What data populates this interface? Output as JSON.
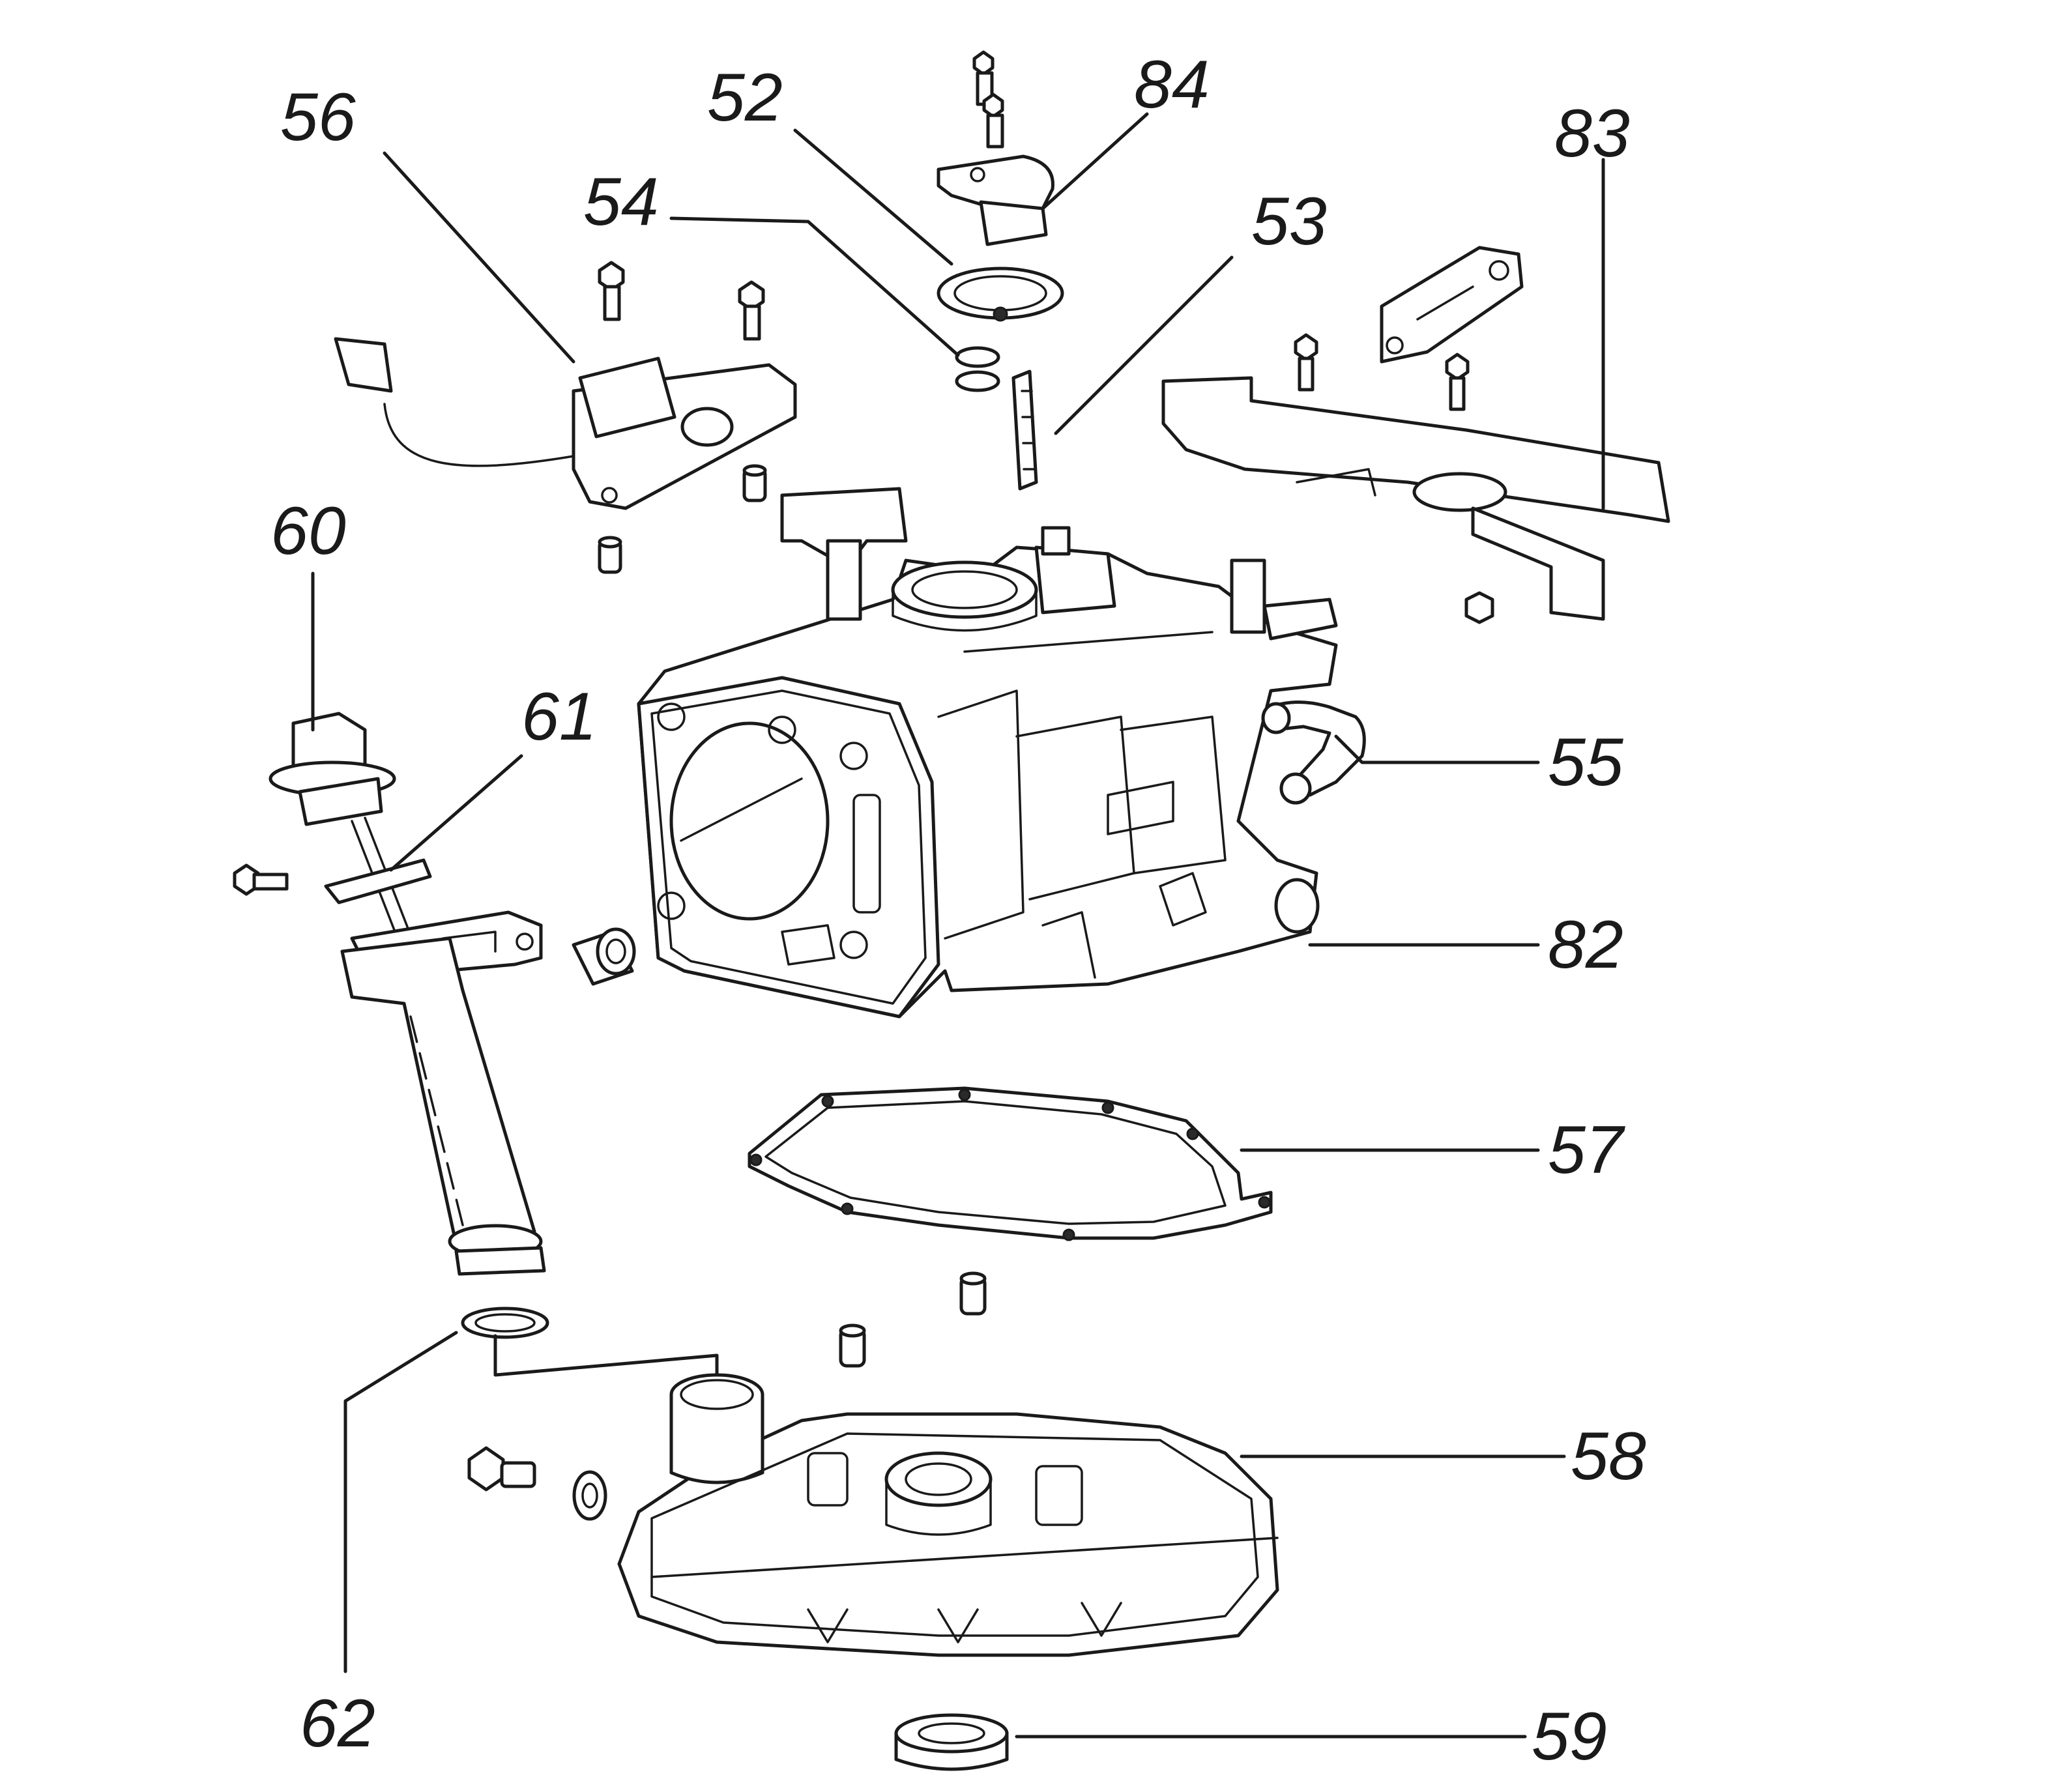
{
  "diagram": {
    "type": "exploded-parts-view",
    "callouts": [
      {
        "id": "c56",
        "label": "56"
      },
      {
        "id": "c52",
        "label": "52"
      },
      {
        "id": "c84",
        "label": "84"
      },
      {
        "id": "c83",
        "label": "83"
      },
      {
        "id": "c54",
        "label": "54"
      },
      {
        "id": "c53",
        "label": "53"
      },
      {
        "id": "c60",
        "label": "60"
      },
      {
        "id": "c61",
        "label": "61"
      },
      {
        "id": "c55",
        "label": "55"
      },
      {
        "id": "c82",
        "label": "82"
      },
      {
        "id": "c57",
        "label": "57"
      },
      {
        "id": "c58",
        "label": "58"
      },
      {
        "id": "c62",
        "label": "62"
      },
      {
        "id": "c59",
        "label": "59"
      }
    ]
  }
}
